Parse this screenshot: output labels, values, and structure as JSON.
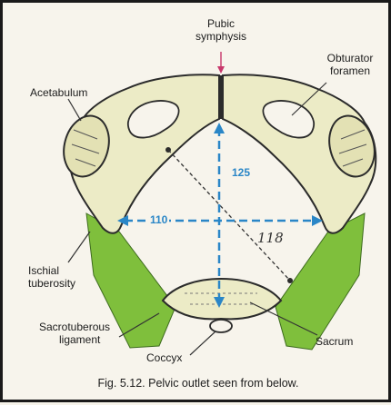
{
  "labels": {
    "pubic_symphysis": [
      "Pubic",
      "symphysis"
    ],
    "obturator_foramen": [
      "Obturator",
      "foramen"
    ],
    "acetabulum": "Acetabulum",
    "ischial_tuberosity": [
      "Ischial",
      "tuberosity"
    ],
    "sacrotuberous_ligament": [
      "Sacrotuberous",
      "ligament"
    ],
    "coccyx": "Coccyx",
    "sacrum": "Sacrum"
  },
  "measurements": {
    "anteroposterior": "125",
    "transverse": "110",
    "oblique_handwritten": "118"
  },
  "caption": "Fig. 5.12. Pelvic outlet seen from below.",
  "colors": {
    "bone": "#ecebc6",
    "ligament": "#7fbf3c",
    "arrow": "#2a86c7",
    "outline": "#2b2b2b",
    "pointer": "#c8376b"
  }
}
